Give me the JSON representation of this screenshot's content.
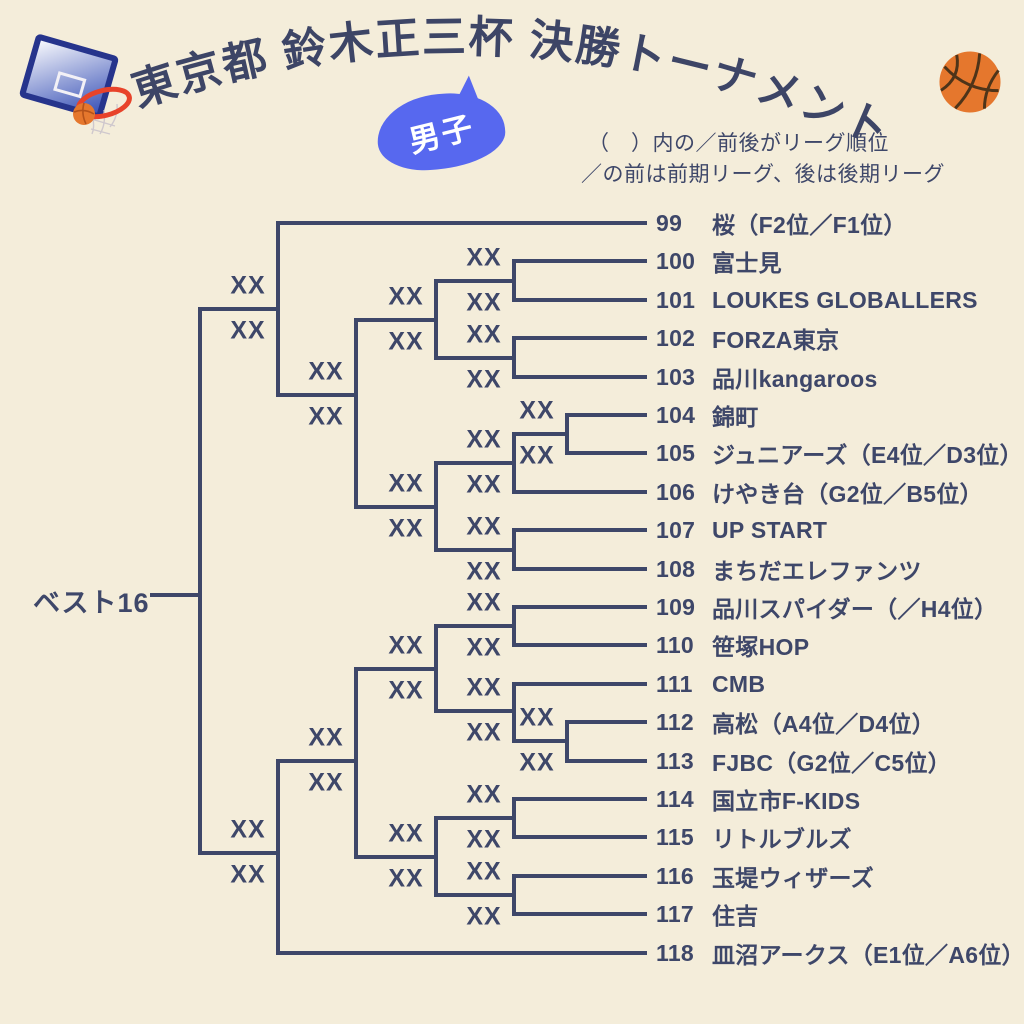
{
  "header": {
    "title": "東京都 鈴木正三杯 決勝トーナメント",
    "division_badge": "男子",
    "note_line1": "（　）内の／前後がリーグ順位",
    "note_line2": "／の前は前期リーグ、後は後期リーグ"
  },
  "icons": {
    "top_left": "basketball-hoop-icon",
    "top_right": "basketball-icon"
  },
  "colors": {
    "background": "#f4edda",
    "line_and_text": "#3e4769",
    "title": "#3d4566",
    "badge_blue": "#5768ef",
    "basketball_orange": "#e5772d",
    "hoop_board_blue": "#3d55b8",
    "rim_red": "#e8432a"
  },
  "bracket": {
    "round_label": "ベスト16",
    "teams": [
      {
        "no": "99",
        "name": "桜（F2位／F1位）"
      },
      {
        "no": "100",
        "name": "富士見"
      },
      {
        "no": "101",
        "name": "LOUKES GLOBALLERS"
      },
      {
        "no": "102",
        "name": "FORZA東京"
      },
      {
        "no": "103",
        "name": "品川kangaroos"
      },
      {
        "no": "104",
        "name": "錦町"
      },
      {
        "no": "105",
        "name": "ジュニアーズ（E4位／D3位）"
      },
      {
        "no": "106",
        "name": "けやき台（G2位／B5位）"
      },
      {
        "no": "107",
        "name": "UP START"
      },
      {
        "no": "108",
        "name": "まちだエレファンツ"
      },
      {
        "no": "109",
        "name": "品川スパイダー（／H4位）"
      },
      {
        "no": "110",
        "name": "笹塚HOP"
      },
      {
        "no": "111",
        "name": "CMB"
      },
      {
        "no": "112",
        "name": "高松（A4位／D4位）"
      },
      {
        "no": "113",
        "name": "FJBC（G2位／C5位）"
      },
      {
        "no": "114",
        "name": "国立市F-KIDS"
      },
      {
        "no": "115",
        "name": "リトルブルズ"
      },
      {
        "no": "116",
        "name": "玉堤ウィザーズ"
      },
      {
        "no": "117",
        "name": "住吉"
      },
      {
        "no": "118",
        "name": "皿沼アークス（E1位／A6位）"
      }
    ],
    "matches": [
      {
        "top_score": "XX",
        "bottom_score": "XX"
      },
      {
        "top_score": "XX",
        "bottom_score": "XX"
      },
      {
        "top_score": "XX",
        "bottom_score": "XX"
      },
      {
        "top_score": "XX",
        "bottom_score": "XX"
      },
      {
        "top_score": "XX",
        "bottom_score": "XX"
      },
      {
        "top_score": "XX",
        "bottom_score": "XX"
      },
      {
        "top_score": "XX",
        "bottom_score": "XX"
      },
      {
        "top_score": "XX",
        "bottom_score": "XX"
      },
      {
        "top_score": "XX",
        "bottom_score": "XX"
      },
      {
        "top_score": "XX",
        "bottom_score": "XX"
      },
      {
        "top_score": "XX",
        "bottom_score": "XX"
      },
      {
        "top_score": "XX",
        "bottom_score": "XX"
      },
      {
        "top_score": "XX",
        "bottom_score": "XX"
      },
      {
        "top_score": "XX",
        "bottom_score": "XX"
      },
      {
        "top_score": "XX",
        "bottom_score": "XX"
      },
      {
        "top_score": "XX",
        "bottom_score": "XX"
      },
      {
        "top_score": "XX",
        "bottom_score": "XX"
      },
      {
        "top_score": "XX",
        "bottom_score": "XX"
      }
    ]
  }
}
